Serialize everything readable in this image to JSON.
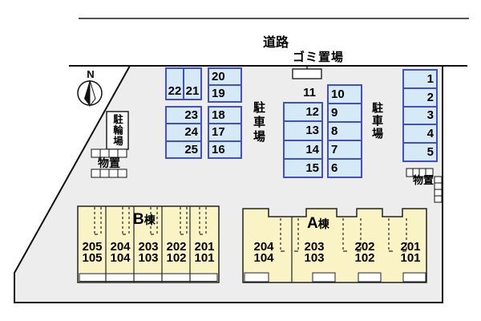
{
  "labels": {
    "road": "道路",
    "garbage": "ゴミ置場",
    "parking_left": "駐車場",
    "parking_right": "駐車場",
    "bicycle_parking": "駐輪場",
    "storage_left": "物置",
    "storage_right": "物置",
    "compass_north": "N"
  },
  "parking": {
    "left_pair": [
      "22",
      "21"
    ],
    "left_lower": [
      "23",
      "24",
      "25"
    ],
    "left_col_upper": [
      "20",
      "19"
    ],
    "left_col_lower": [
      "18",
      "17",
      "16"
    ],
    "open_space": "11",
    "mid_left": [
      "12",
      "13",
      "14",
      "15"
    ],
    "mid_right": [
      "10",
      "9",
      "8",
      "7",
      "6"
    ],
    "right_col": [
      "1",
      "2",
      "3",
      "4",
      "5"
    ]
  },
  "buildings": {
    "b": {
      "letter": "B",
      "suffix": "棟",
      "units": [
        [
          "205",
          "105"
        ],
        [
          "204",
          "104"
        ],
        [
          "203",
          "103"
        ],
        [
          "202",
          "102"
        ],
        [
          "201",
          "101"
        ]
      ]
    },
    "a": {
      "letter": "A",
      "suffix": "棟",
      "units": [
        [
          "204",
          "104"
        ],
        [
          "203",
          "103"
        ],
        [
          "202",
          "102"
        ],
        [
          "201",
          "101"
        ]
      ]
    }
  },
  "colors": {
    "site_fill": "#ededed",
    "parking_fill": "#d6e9f7",
    "parking_border": "#4150c4",
    "building_fill": "#faf3c5",
    "line": "#111111"
  }
}
